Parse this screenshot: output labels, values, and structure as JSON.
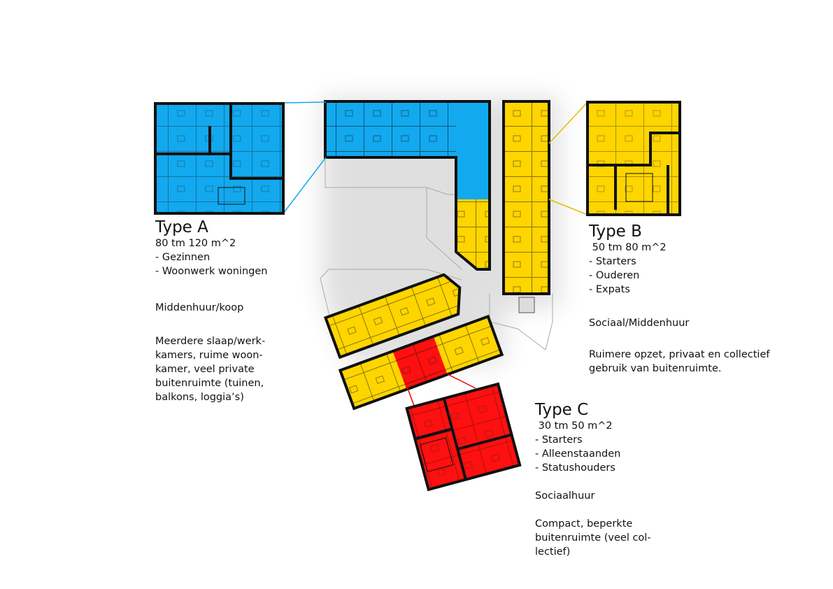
{
  "colors": {
    "type_a": "#12a9ef",
    "type_b": "#ffd500",
    "type_c": "#ff1010",
    "wall": "#111111"
  },
  "type_a": {
    "title": "Type A",
    "size": "80 tm 120 m^2",
    "groups": [
      "- Gezinnen",
      "- Woonwerk woningen"
    ],
    "tenure": "Middenhuur/koop",
    "description": [
      "Meerdere slaap/werk-",
      "kamers, ruime woon-",
      "kamer, veel private",
      "buitenruimte (tuinen,",
      "balkons, loggia’s)"
    ]
  },
  "type_b": {
    "title": "Type B",
    "size": " 50 tm 80 m^2",
    "groups": [
      "- Starters",
      "- Ouderen",
      "- Expats"
    ],
    "tenure": "Sociaal/Middenhuur",
    "description": [
      "Ruimere opzet, privaat en collectief",
      "gebruik van buitenruimte."
    ]
  },
  "type_c": {
    "title": "Type C",
    "size": " 30 tm 50 m^2",
    "groups": [
      "- Starters",
      "- Alleenstaanden",
      "- Statushouders"
    ],
    "tenure": "Sociaalhuur",
    "description": [
      "Compact, beperkte",
      "buitenruimte (veel col-",
      "lectief)"
    ]
  }
}
